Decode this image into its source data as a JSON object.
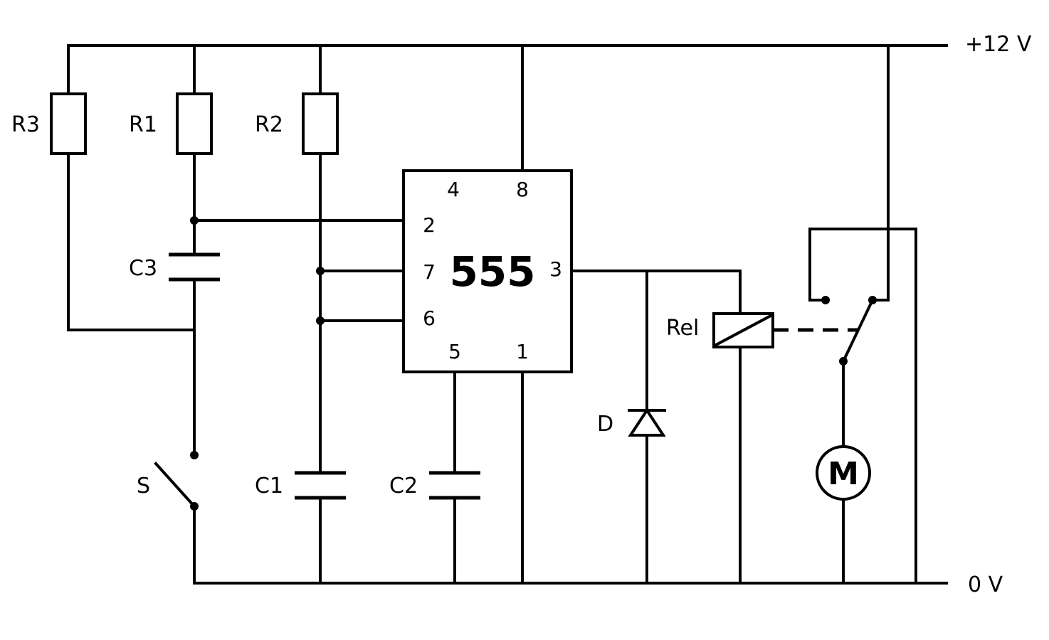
{
  "rails": {
    "positive": "+12 V",
    "ground": "0 V"
  },
  "components": {
    "r3": "R3",
    "r1": "R1",
    "r2": "R2",
    "c3": "C3",
    "c1": "C1",
    "c2": "C2",
    "switch": "S",
    "diode": "D",
    "relay": "Rel",
    "motor": "M"
  },
  "ic": {
    "name": "555",
    "pins": {
      "p4": "4",
      "p8": "8",
      "p2": "2",
      "p7": "7",
      "p6": "6",
      "p3": "3",
      "p5": "5",
      "p1": "1"
    }
  }
}
